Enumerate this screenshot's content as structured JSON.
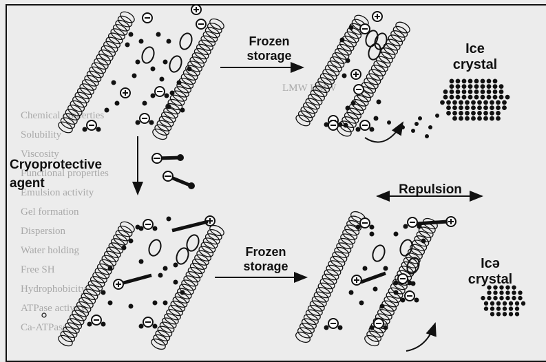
{
  "figure": {
    "top_arrow_label": "Frozen\nstorage",
    "bottom_arrow_label": "Frozen\nstorage",
    "top_ice_label": "Ice\ncrystal",
    "bottom_ice_label": "Icə\ncrystal",
    "agent_label": "Cryoprotective\nagent",
    "repulsion_label": "Repulsion"
  },
  "background_text": {
    "rows": [
      "Chemical properties",
      "Solubility",
      "Viscosity",
      "Functional properties",
      "Emulsion activity",
      "Gel formation",
      "Dispersion",
      "Water holding",
      "Free SH",
      "Hydrophobicity",
      "ATPase activity",
      "Ca-ATPase"
    ],
    "header": "LMW  HMW"
  }
}
